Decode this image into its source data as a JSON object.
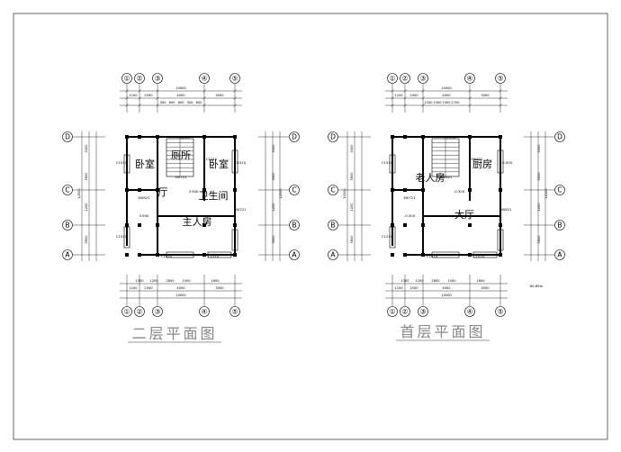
{
  "drawings": [
    {
      "title": "二层平面图",
      "axes_top": [
        "①",
        "②",
        "③",
        "④",
        "⑤"
      ],
      "axes_side": [
        "D",
        "C",
        "B",
        "A"
      ],
      "dims_top": [
        "10000",
        "1100",
        "2500",
        "4000",
        "3000",
        "300",
        "600",
        "600",
        "300",
        "600"
      ],
      "dims_bottom": [
        "1300",
        "1200",
        "2800",
        "1500",
        "1600",
        "1100",
        "2500",
        "4000",
        "3000",
        "10000"
      ],
      "dims_left": [
        "3000",
        "3600",
        "1200",
        "3600",
        "5000",
        "3000",
        "2000",
        "12000"
      ],
      "rooms": [
        "厕所",
        "卧室",
        "卧室",
        "卫生间",
        "厅",
        "主人房"
      ],
      "labels": [
        "C1510",
        "M0610",
        "C1210",
        "M0721",
        "C1510",
        "C1510",
        "C1510",
        "C1510",
        "3.900",
        "3.900",
        "M0821",
        "M0721"
      ]
    },
    {
      "title": "首层平面图",
      "axes_top": [
        "①",
        "②",
        "③",
        "④",
        "⑤"
      ],
      "axes_side": [
        "D",
        "C",
        "B",
        "A"
      ],
      "dims_top": [
        "10000",
        "1100",
        "2500",
        "4000",
        "3000",
        "1200",
        "1500",
        "1500",
        "2700"
      ],
      "dims_bottom": [
        "1300",
        "1200",
        "2800",
        "1500",
        "1600",
        "1100",
        "2500",
        "4000",
        "3000",
        "10000"
      ],
      "dims_left": [
        "3000",
        "3600",
        "1200",
        "3600",
        "5000",
        "3000",
        "2000",
        "12000"
      ],
      "rooms": [
        "老人房",
        "厨房",
        "大厅"
      ],
      "labels": [
        "C1510",
        "C1510",
        "M0821",
        "M0821",
        "C1510",
        "C1510",
        "C1210",
        "±0.000",
        "-0.300",
        "-0.300",
        "M0721",
        "M0821"
      ],
      "note": "60.89m"
    }
  ]
}
